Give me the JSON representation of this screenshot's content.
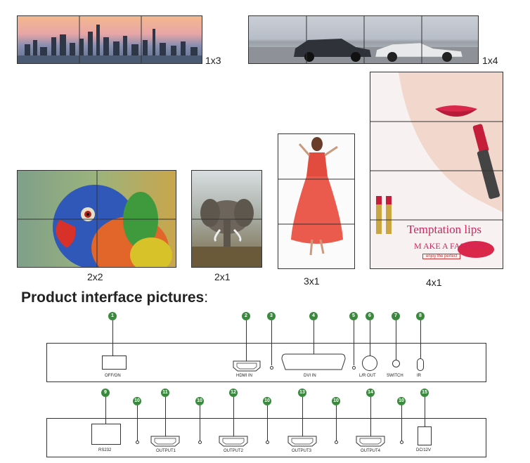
{
  "layouts": [
    {
      "label": "1x3"
    },
    {
      "label": "1x4"
    },
    {
      "label": "2x2"
    },
    {
      "label": "2x1"
    },
    {
      "label": "3x1"
    },
    {
      "label": "4x1"
    }
  ],
  "poster": {
    "headline": "Temptation lips",
    "subline": "M AKE A FASHION",
    "tagline": "enjoy the perfect"
  },
  "section_title": "Product interface pictures",
  "section_colon": ":",
  "top_panel": {
    "numbers": [
      "1",
      "2",
      "3",
      "4",
      "5",
      "6",
      "7",
      "8"
    ],
    "labels": {
      "power": "OFF/ON",
      "hdmi_in": "HDMI IN",
      "dvi_in": "DVI  IN",
      "lr_out": "L/R OUT",
      "switch": "SWITCH",
      "ir": "IR"
    }
  },
  "bottom_panel": {
    "numbers": [
      "9",
      "10",
      "11",
      "10",
      "12",
      "10",
      "13",
      "10",
      "14",
      "10",
      "15"
    ],
    "labels": {
      "rs232": "RS232",
      "output1": "OUTPUT1",
      "output2": "OUTPUT2",
      "output3": "OUTPUT3",
      "output4": "OUTPUT4",
      "dc": "DC/12V"
    }
  },
  "colors": {
    "badge": "#3a8a3e",
    "line": "#333333"
  }
}
